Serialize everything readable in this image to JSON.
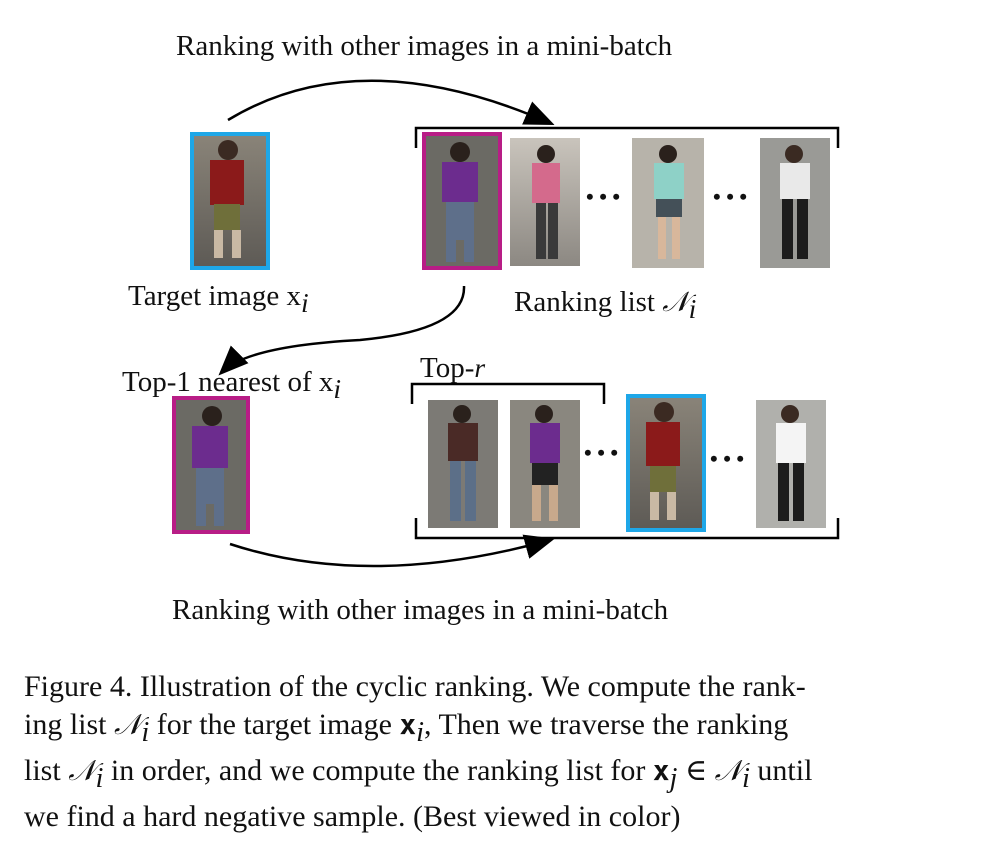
{
  "diagram": {
    "top_arrow_label": "Ranking with other images in a mini-batch",
    "bottom_arrow_label": "Ranking with other images in a mini-batch",
    "target_label_text": "Target image ",
    "target_label_symbol": "x",
    "target_label_sub": "i",
    "ranking_list_label_text": "Ranking list ",
    "ranking_list_symbol": "𝒩",
    "ranking_list_sub": "i",
    "top1_label_text": "Top-1 nearest of ",
    "top1_label_symbol": "x",
    "top1_label_sub": "i",
    "topr_label_text": "Top-",
    "topr_label_var": "r",
    "ellipsis": "• • •",
    "colors": {
      "target_border": "#1ea7e8",
      "nearest_border": "#b81d86"
    }
  },
  "caption": {
    "line1": "Figure 4. Illustration of the cyclic ranking. We compute the rank-",
    "line2a": "ing list ",
    "line2b": " for the target image ",
    "line2c": ", Then we traverse the ranking",
    "line3a": "list ",
    "line3b": " in order, and we compute the ranking list for ",
    "line3c": " ∈ ",
    "line3d": " until",
    "line4": "we find a hard negative sample. (Best viewed in color)",
    "sym_N": "𝒩",
    "sym_i": "i",
    "sym_x": "x",
    "sym_j": "j"
  }
}
